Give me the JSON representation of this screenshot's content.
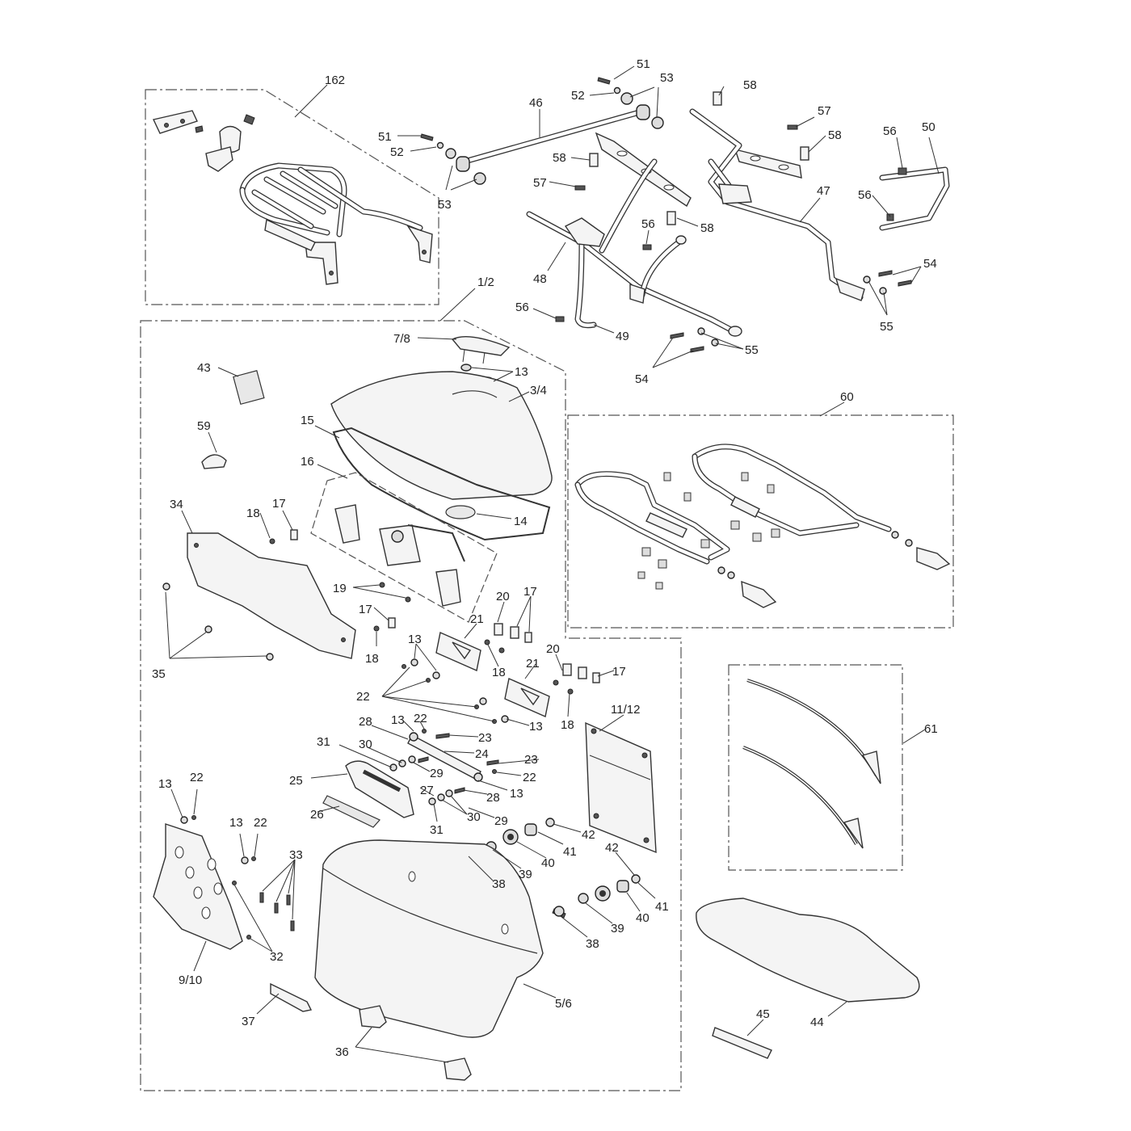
{
  "diagram": {
    "labels": [
      {
        "id": "l162",
        "text": "162"
      },
      {
        "id": "l51a",
        "text": "51"
      },
      {
        "id": "l52a",
        "text": "52"
      },
      {
        "id": "l53a",
        "text": "53"
      },
      {
        "id": "l46",
        "text": "46"
      },
      {
        "id": "l51b",
        "text": "51"
      },
      {
        "id": "l52b",
        "text": "52"
      },
      {
        "id": "l53b",
        "text": "53"
      },
      {
        "id": "l58a",
        "text": "58"
      },
      {
        "id": "l57a",
        "text": "57"
      },
      {
        "id": "l58b",
        "text": "58"
      },
      {
        "id": "l58c",
        "text": "58"
      },
      {
        "id": "l57b",
        "text": "57"
      },
      {
        "id": "l58d",
        "text": "58"
      },
      {
        "id": "l56a",
        "text": "56"
      },
      {
        "id": "l50",
        "text": "50"
      },
      {
        "id": "l47",
        "text": "47"
      },
      {
        "id": "l56b",
        "text": "56"
      },
      {
        "id": "l56c",
        "text": "56"
      },
      {
        "id": "l48",
        "text": "48"
      },
      {
        "id": "l54a",
        "text": "54"
      },
      {
        "id": "l55a",
        "text": "55"
      },
      {
        "id": "l56d",
        "text": "56"
      },
      {
        "id": "l49",
        "text": "49"
      },
      {
        "id": "l55b",
        "text": "55"
      },
      {
        "id": "l54b",
        "text": "54"
      },
      {
        "id": "l12",
        "text": "1/2"
      },
      {
        "id": "l78",
        "text": "7/8"
      },
      {
        "id": "l13a",
        "text": "13"
      },
      {
        "id": "l34b",
        "text": "3/4"
      },
      {
        "id": "l43",
        "text": "43"
      },
      {
        "id": "l60",
        "text": "60"
      },
      {
        "id": "l59",
        "text": "59"
      },
      {
        "id": "l15",
        "text": "15"
      },
      {
        "id": "l16",
        "text": "16"
      },
      {
        "id": "l34",
        "text": "34"
      },
      {
        "id": "l18a",
        "text": "18"
      },
      {
        "id": "l17a",
        "text": "17"
      },
      {
        "id": "l14",
        "text": "14"
      },
      {
        "id": "l19",
        "text": "19"
      },
      {
        "id": "l17b",
        "text": "17"
      },
      {
        "id": "l20a",
        "text": "20"
      },
      {
        "id": "l17c",
        "text": "17"
      },
      {
        "id": "l21a",
        "text": "21"
      },
      {
        "id": "l18b",
        "text": "18"
      },
      {
        "id": "l13b",
        "text": "13"
      },
      {
        "id": "l35",
        "text": "35"
      },
      {
        "id": "l18c",
        "text": "18"
      },
      {
        "id": "l20b",
        "text": "20"
      },
      {
        "id": "l21b",
        "text": "21"
      },
      {
        "id": "l17d",
        "text": "17"
      },
      {
        "id": "l22a",
        "text": "22"
      },
      {
        "id": "l13c",
        "text": "13"
      },
      {
        "id": "l18d",
        "text": "18"
      },
      {
        "id": "l1112",
        "text": "11/12"
      },
      {
        "id": "l61",
        "text": "61"
      },
      {
        "id": "l28a",
        "text": "28"
      },
      {
        "id": "l13d",
        "text": "13"
      },
      {
        "id": "l22b",
        "text": "22"
      },
      {
        "id": "l23a",
        "text": "23"
      },
      {
        "id": "l31a",
        "text": "31"
      },
      {
        "id": "l30a",
        "text": "30"
      },
      {
        "id": "l24",
        "text": "24"
      },
      {
        "id": "l23b",
        "text": "23"
      },
      {
        "id": "l29a",
        "text": "29"
      },
      {
        "id": "l22c",
        "text": "22"
      },
      {
        "id": "l25",
        "text": "25"
      },
      {
        "id": "l13e",
        "text": "13"
      },
      {
        "id": "l22d",
        "text": "22"
      },
      {
        "id": "l27",
        "text": "27"
      },
      {
        "id": "l28b",
        "text": "28"
      },
      {
        "id": "l13f",
        "text": "13"
      },
      {
        "id": "l30b",
        "text": "30"
      },
      {
        "id": "l29b",
        "text": "29"
      },
      {
        "id": "l26",
        "text": "26"
      },
      {
        "id": "l31b",
        "text": "31"
      },
      {
        "id": "l42a",
        "text": "42"
      },
      {
        "id": "l13g",
        "text": "13"
      },
      {
        "id": "l22e",
        "text": "22"
      },
      {
        "id": "l41a",
        "text": "41"
      },
      {
        "id": "l40a",
        "text": "40"
      },
      {
        "id": "l42b",
        "text": "42"
      },
      {
        "id": "l33",
        "text": "33"
      },
      {
        "id": "l39a",
        "text": "39"
      },
      {
        "id": "l38a",
        "text": "38"
      },
      {
        "id": "l41b",
        "text": "41"
      },
      {
        "id": "l40b",
        "text": "40"
      },
      {
        "id": "l39b",
        "text": "39"
      },
      {
        "id": "l38b",
        "text": "38"
      },
      {
        "id": "l32",
        "text": "32"
      },
      {
        "id": "l910",
        "text": "9/10"
      },
      {
        "id": "l56e",
        "text": "5/6"
      },
      {
        "id": "l45",
        "text": "45"
      },
      {
        "id": "l44",
        "text": "44"
      },
      {
        "id": "l37",
        "text": "37"
      },
      {
        "id": "l36",
        "text": "36"
      }
    ]
  }
}
